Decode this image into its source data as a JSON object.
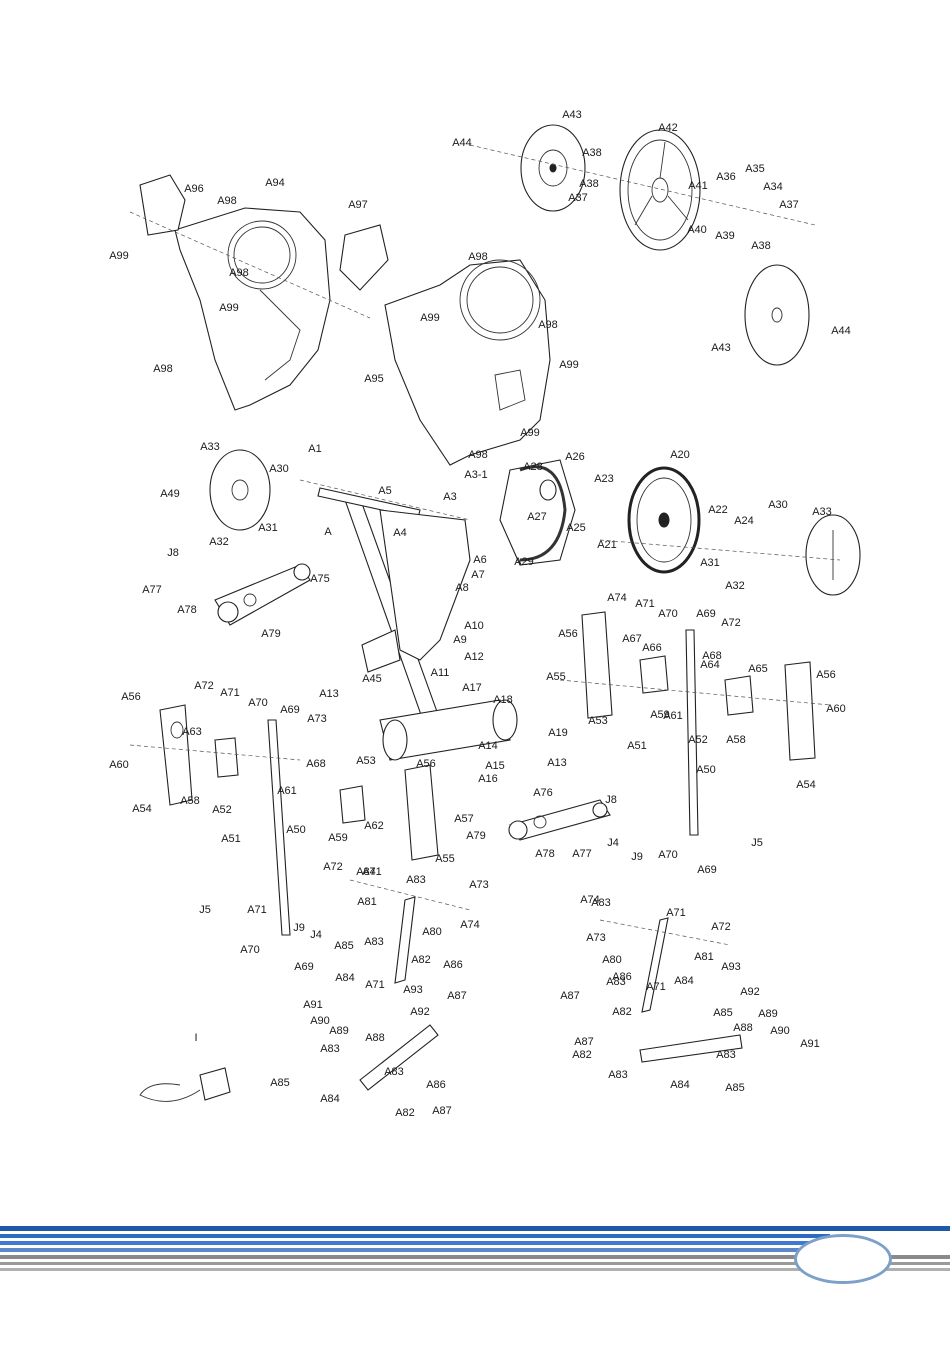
{
  "labels": [
    "A",
    "A1",
    "A3",
    "A3-1",
    "A4",
    "A5",
    "A6",
    "A7",
    "A8",
    "A9",
    "A10",
    "A11",
    "A12",
    "A13",
    "A13",
    "A14",
    "A15",
    "A16",
    "A17",
    "A18",
    "A19",
    "A20",
    "A21",
    "A22",
    "A23",
    "A24",
    "A25",
    "A26",
    "A27",
    "A28",
    "A29",
    "A30",
    "A30",
    "A31",
    "A31",
    "A32",
    "A32",
    "A33",
    "A33",
    "A34",
    "A35",
    "A36",
    "A37",
    "A37",
    "A38",
    "A38",
    "A38",
    "A39",
    "A40",
    "A41",
    "A42",
    "A43",
    "A43",
    "A44",
    "A44",
    "A45",
    "A49",
    "A50",
    "A50",
    "A51",
    "A51",
    "A52",
    "A52",
    "A53",
    "A53",
    "A54",
    "A54",
    "A55",
    "A55",
    "A56",
    "A56",
    "A56",
    "A56",
    "A57",
    "A58",
    "A58",
    "A59",
    "A59",
    "A60",
    "A60",
    "A61",
    "A61",
    "A62",
    "A63",
    "A64",
    "A65",
    "A66",
    "A67",
    "A68",
    "A68",
    "A69",
    "A69",
    "A69",
    "A69",
    "A70",
    "A70",
    "A70",
    "A70",
    "A71",
    "A71",
    "A71",
    "A71",
    "A71",
    "A71",
    "A71",
    "A72",
    "A72",
    "A72",
    "A72",
    "A73",
    "A73",
    "A73",
    "A74",
    "A74",
    "A74",
    "A75",
    "A76",
    "A77",
    "A77",
    "A78",
    "A78",
    "A79",
    "A79",
    "A80",
    "A80",
    "A81",
    "A81",
    "A82",
    "A82",
    "A82",
    "A82",
    "A83",
    "A83",
    "A83",
    "A83",
    "A83",
    "A83",
    "A83",
    "A83",
    "A84",
    "A84",
    "A84",
    "A84",
    "A84",
    "A85",
    "A85",
    "A85",
    "A85",
    "A86",
    "A86",
    "A86",
    "A87",
    "A87",
    "A87",
    "A87",
    "A88",
    "A88",
    "A89",
    "A89",
    "A90",
    "A90",
    "A91",
    "A91",
    "A92",
    "A92",
    "A93",
    "A93",
    "A94",
    "A95",
    "A96",
    "A97",
    "A98",
    "A98",
    "A98",
    "A98",
    "A98",
    "A98",
    "A99",
    "A99",
    "A99",
    "A99",
    "A99",
    "J4",
    "J4",
    "J5",
    "J5",
    "J8",
    "J8",
    "J9",
    "J9",
    "I"
  ],
  "page_number": ""
}
